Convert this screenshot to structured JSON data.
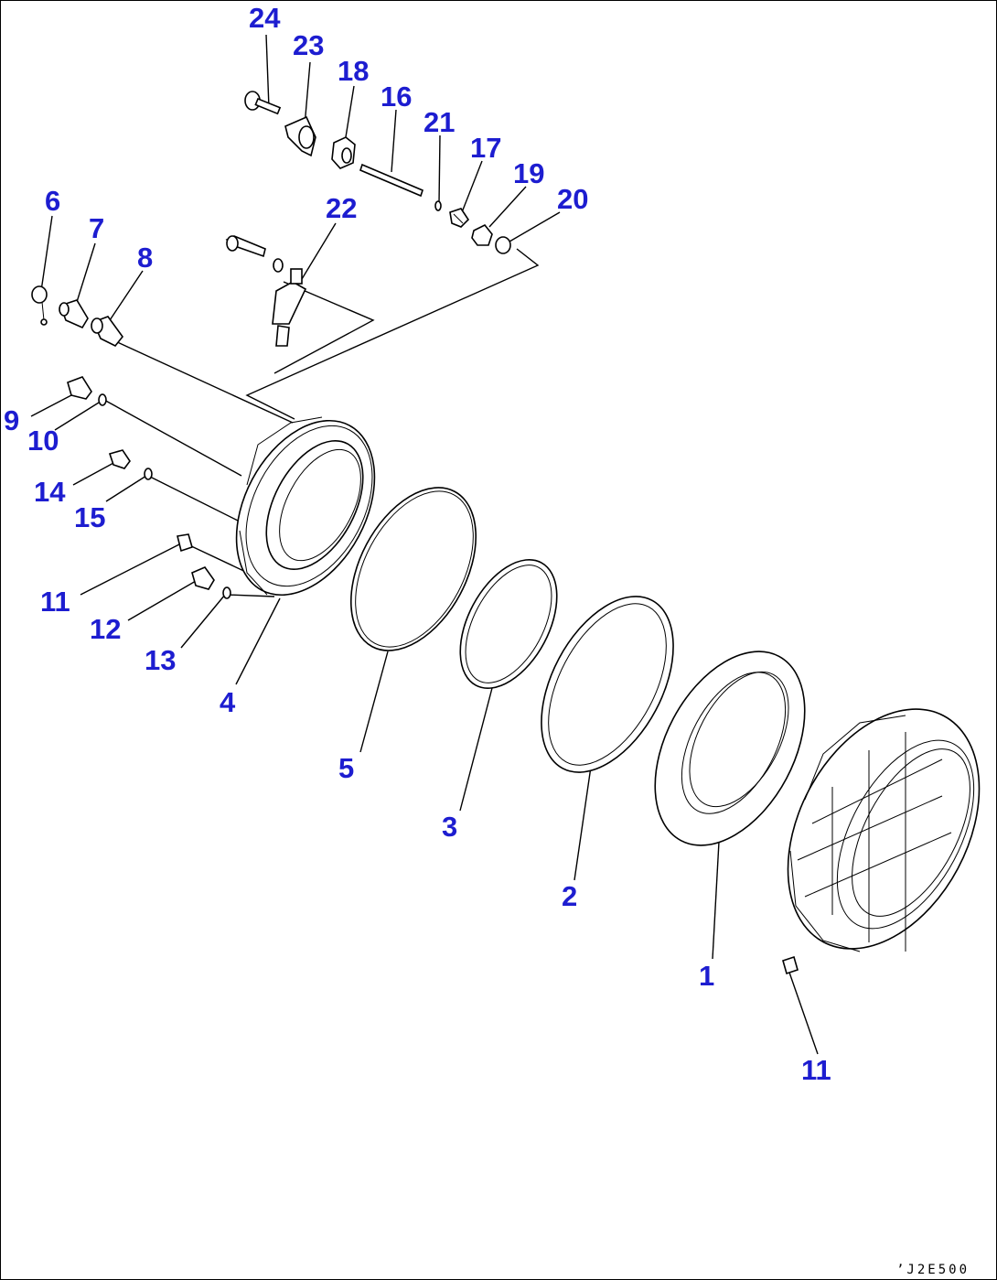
{
  "diagram": {
    "drawing_code": "ʼJ2E500",
    "callouts": [
      "24",
      "23",
      "18",
      "16",
      "21",
      "17",
      "19",
      "20",
      "6",
      "7",
      "8",
      "22",
      "9",
      "10",
      "14",
      "15",
      "11",
      "12",
      "13",
      "4",
      "5",
      "3",
      "2",
      "1",
      "11"
    ]
  }
}
